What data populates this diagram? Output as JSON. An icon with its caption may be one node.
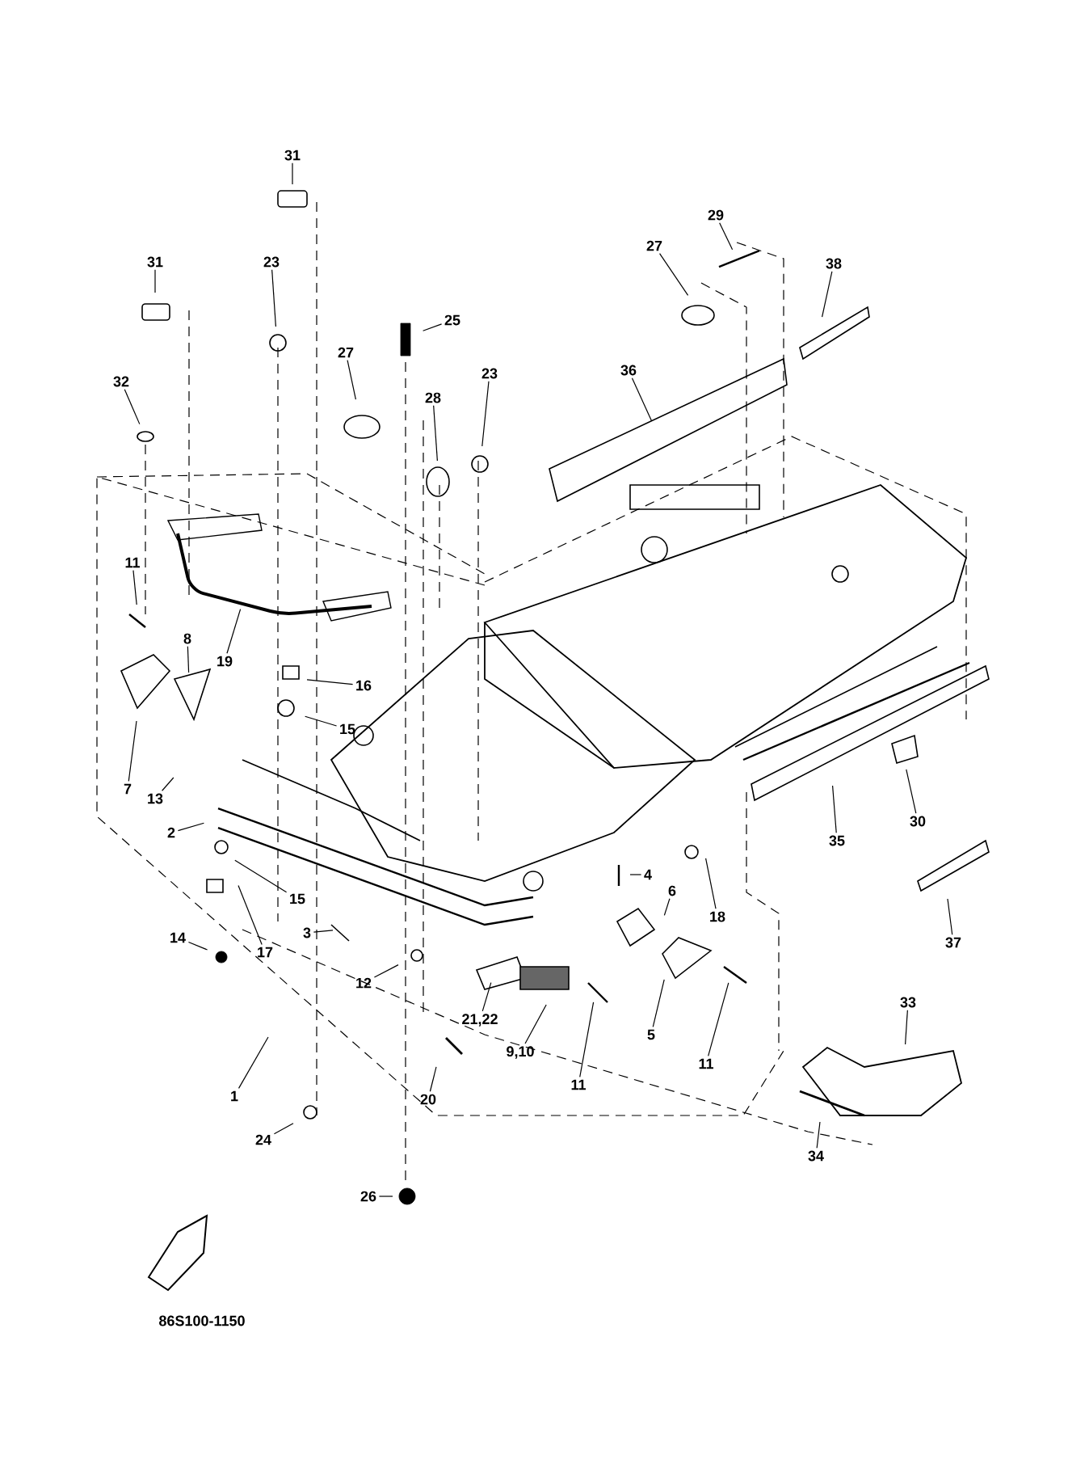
{
  "diagram": {
    "nodes": [
      {
        "text": [
          "31"
        ]
      },
      {
        "text": [
          "31"
        ]
      },
      {
        "text": [
          "23"
        ]
      },
      {
        "text": [
          "25"
        ]
      },
      {
        "text": [
          "27"
        ]
      },
      {
        "text": [
          "28"
        ]
      },
      {
        "text": [
          "23"
        ]
      },
      {
        "text": [
          "32"
        ]
      },
      {
        "text": [
          "27"
        ]
      },
      {
        "text": [
          "29"
        ]
      },
      {
        "text": [
          "38"
        ]
      },
      {
        "text": [
          "36"
        ]
      },
      {
        "text": [
          "11"
        ]
      },
      {
        "text": [
          "8"
        ]
      },
      {
        "text": [
          "19"
        ]
      },
      {
        "text": [
          "16"
        ]
      },
      {
        "text": [
          "15"
        ]
      },
      {
        "text": [
          "7"
        ]
      },
      {
        "text": [
          "13"
        ]
      },
      {
        "text": [
          "2"
        ]
      },
      {
        "text": [
          "15"
        ]
      },
      {
        "text": [
          "17"
        ]
      },
      {
        "text": [
          "14"
        ]
      },
      {
        "text": [
          "3"
        ]
      },
      {
        "text": [
          "12"
        ]
      },
      {
        "text": [
          "1"
        ]
      },
      {
        "text": [
          "24"
        ]
      },
      {
        "text": [
          "26"
        ]
      },
      {
        "text": [
          "21,22"
        ]
      },
      {
        "text": [
          "20"
        ]
      },
      {
        "text": [
          "9,10"
        ]
      },
      {
        "text": [
          "11"
        ]
      },
      {
        "text": [
          "4"
        ]
      },
      {
        "text": [
          "6"
        ]
      },
      {
        "text": [
          "5"
        ]
      },
      {
        "text": [
          "18"
        ]
      },
      {
        "text": [
          "11"
        ]
      },
      {
        "text": [
          "35"
        ]
      },
      {
        "text": [
          "30"
        ]
      },
      {
        "text": [
          "37"
        ]
      },
      {
        "text": [
          "33"
        ]
      },
      {
        "text": [
          "34"
        ]
      }
    ],
    "edges": [
      {
        "from": 0,
        "to": null,
        "arrow": "none"
      },
      {
        "from": 1,
        "to": null,
        "arrow": "none"
      },
      {
        "from": 2,
        "to": null,
        "arrow": "none"
      },
      {
        "from": 3,
        "to": null,
        "arrow": "none"
      },
      {
        "from": 4,
        "to": null,
        "arrow": "none"
      },
      {
        "from": 5,
        "to": null,
        "arrow": "none"
      },
      {
        "from": 6,
        "to": null,
        "arrow": "none"
      },
      {
        "from": 7,
        "to": null,
        "arrow": "none"
      },
      {
        "from": 8,
        "to": null,
        "arrow": "none"
      },
      {
        "from": 9,
        "to": null,
        "arrow": "none"
      },
      {
        "from": 10,
        "to": null,
        "arrow": "none"
      },
      {
        "from": 11,
        "to": null,
        "arrow": "none"
      },
      {
        "from": 12,
        "to": null,
        "arrow": "none"
      },
      {
        "from": 13,
        "to": null,
        "arrow": "none"
      },
      {
        "from": 14,
        "to": null,
        "arrow": "none"
      },
      {
        "from": 15,
        "to": null,
        "arrow": "none"
      },
      {
        "from": 16,
        "to": null,
        "arrow": "none"
      },
      {
        "from": 17,
        "to": null,
        "arrow": "none"
      },
      {
        "from": 18,
        "to": null,
        "arrow": "none"
      },
      {
        "from": 19,
        "to": null,
        "arrow": "none"
      },
      {
        "from": 20,
        "to": null,
        "arrow": "none"
      },
      {
        "from": 21,
        "to": null,
        "arrow": "none"
      },
      {
        "from": 22,
        "to": null,
        "arrow": "none"
      },
      {
        "from": 23,
        "to": null,
        "arrow": "none"
      },
      {
        "from": 24,
        "to": null,
        "arrow": "none"
      },
      {
        "from": 25,
        "to": null,
        "arrow": "none"
      },
      {
        "from": 26,
        "to": null,
        "arrow": "none"
      },
      {
        "from": 27,
        "to": null,
        "arrow": "none"
      },
      {
        "from": 28,
        "to": null,
        "arrow": "none"
      },
      {
        "from": 29,
        "to": null,
        "arrow": "none"
      },
      {
        "from": 30,
        "to": null,
        "arrow": "none"
      },
      {
        "from": 31,
        "to": null,
        "arrow": "none"
      },
      {
        "from": 32,
        "to": null,
        "arrow": "none"
      },
      {
        "from": 33,
        "to": null,
        "arrow": "none"
      },
      {
        "from": 34,
        "to": null,
        "arrow": "none"
      },
      {
        "from": 35,
        "to": null,
        "arrow": "none"
      },
      {
        "from": 36,
        "to": null,
        "arrow": "none"
      },
      {
        "from": 37,
        "to": null,
        "arrow": "none"
      },
      {
        "from": 38,
        "to": null,
        "arrow": "none"
      },
      {
        "from": 39,
        "to": null,
        "arrow": "none"
      },
      {
        "from": 40,
        "to": null,
        "arrow": "none"
      },
      {
        "from": 41,
        "to": null,
        "arrow": "none"
      }
    ],
    "labels": [
      "86S100-1150"
    ]
  }
}
